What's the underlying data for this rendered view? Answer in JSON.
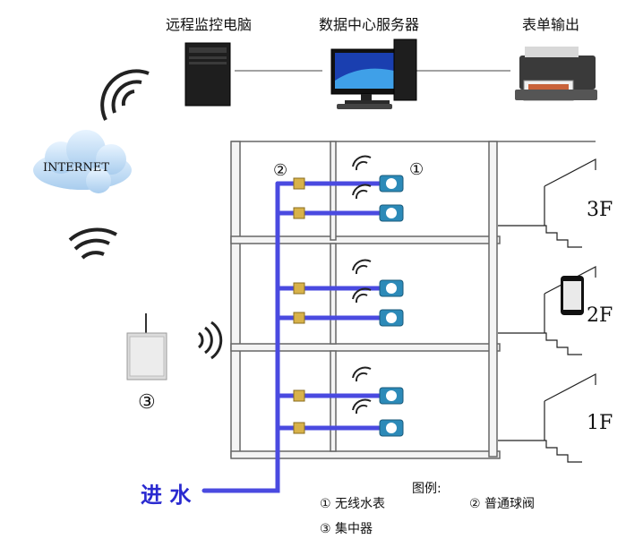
{
  "top_devices": {
    "remote_pc": "远程监控电脑",
    "server": "数据中心服务器",
    "printer": "表单输出"
  },
  "internet": "INTERNET",
  "floors": [
    "3F",
    "2F",
    "1F"
  ],
  "markers": {
    "meter": "①",
    "valve": "②",
    "concentrator": "③"
  },
  "inlet": "进 水",
  "legend": {
    "title": "图例:",
    "meter": "① 无线水表",
    "valve": "② 普通球阀",
    "concentrator": "③ 集中器"
  },
  "colors": {
    "pipe": "#4a4ae0",
    "inlet_text": "#2a2ad0",
    "valve": "#d8b24a",
    "meter": "#2c8ab8"
  }
}
